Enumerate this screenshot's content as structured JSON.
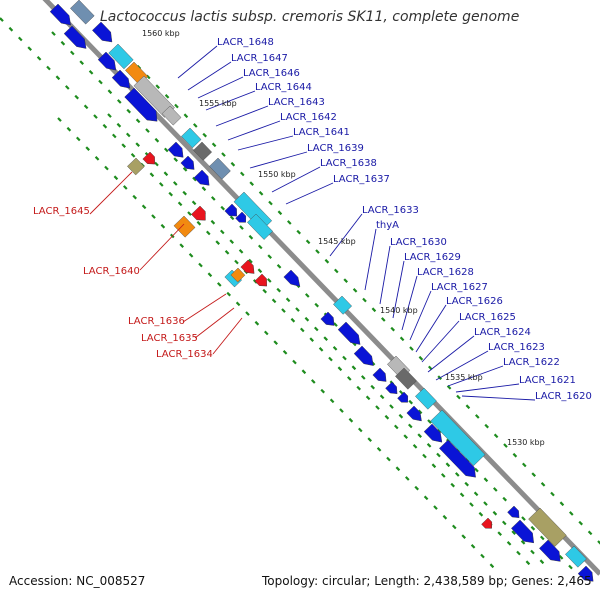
{
  "title": "Lactococcus lactis subsp. cremoris SK11, complete genome",
  "footer": {
    "accession": "Accession: NC_008527",
    "topology": "Topology: circular; Length: 2,438,589 bp; Genes: 2,465"
  },
  "scale_labels": [
    "1560 kbp",
    "1555 kbp",
    "1550 kbp",
    "1545 kbp",
    "1540 kbp",
    "1535 kbp",
    "1530 kbp"
  ],
  "labels_right": [
    "LACR_1648",
    "LACR_1647",
    "LACR_1646",
    "LACR_1644",
    "LACR_1643",
    "LACR_1642",
    "LACR_1641",
    "LACR_1639",
    "LACR_1638",
    "LACR_1637",
    "LACR_1633",
    "thyA",
    "LACR_1630",
    "LACR_1629",
    "LACR_1628",
    "LACR_1627",
    "LACR_1626",
    "LACR_1625",
    "LACR_1624",
    "LACR_1623",
    "LACR_1622",
    "LACR_1621",
    "LACR_1620"
  ],
  "labels_left": [
    "LACR_1645",
    "LACR_1640",
    "LACR_1636",
    "LACR_1635",
    "LACR_1634"
  ],
  "colors": {
    "backbone": "#8c8c8c",
    "gene_blue": "#0a14d6",
    "gene_cyan": "#2ec9e6",
    "gene_orange": "#f28a10",
    "gene_red": "#e8141e",
    "gene_olive": "#a8a064",
    "gene_gray": "#b8b8b8",
    "gene_darkgray": "#6a6a6a",
    "gene_steel": "#6f8fb0",
    "tick_green": "#1e8c1e",
    "label_blue": "#1a1aa6",
    "label_red": "#c41a1a"
  }
}
